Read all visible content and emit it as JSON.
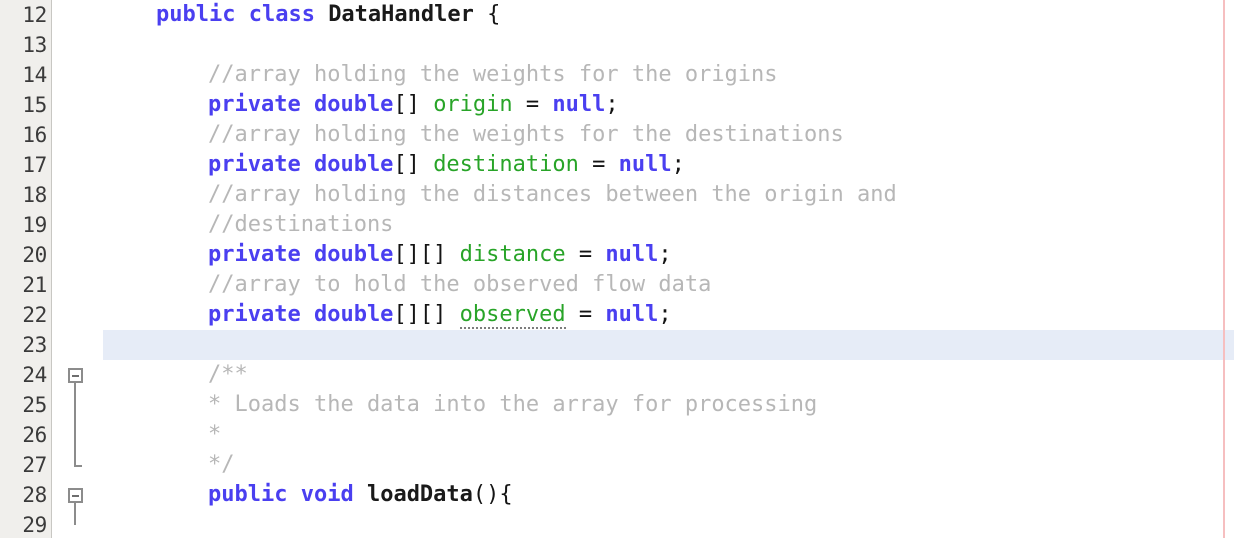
{
  "editor": {
    "name": "java-source-editor",
    "language": "Java",
    "file_symbol": "DataHandler",
    "first_visible_line": 12,
    "last_visible_line": 29,
    "current_line": 23,
    "colors": {
      "background": "#ffffff",
      "gutter_background": "#f0efec",
      "gutter_border": "#c8c7c3",
      "line_number": "#3a3a3a",
      "keyword": "#4a3ff0",
      "identifier_bold": "#1a1a1a",
      "field": "#28a428",
      "comment": "#b7b7b7",
      "plain": "#141414",
      "current_line_highlight": "#e6ecf7",
      "right_margin_guide": "#f6bfc0",
      "fold_marker": "#8c8c8c"
    },
    "right_margin_guide_column": 80
  },
  "gutter": {
    "line_numbers": [
      "12",
      "13",
      "14",
      "15",
      "16",
      "17",
      "18",
      "19",
      "20",
      "21",
      "22",
      "23",
      "24",
      "25",
      "26",
      "27",
      "28",
      "29"
    ]
  },
  "fold_markers": [
    {
      "line": 24,
      "state": "expanded",
      "glyph": "minus-box",
      "has_stem": true,
      "stem_end_line": 27
    },
    {
      "line": 28,
      "state": "expanded",
      "glyph": "minus-box",
      "has_stem": true,
      "stem_end_line": 29
    }
  ],
  "lines": [
    {
      "n": "12",
      "indent": 0,
      "tokens": [
        {
          "t": "public class ",
          "c": "kw"
        },
        {
          "t": "DataHandler",
          "c": "type"
        },
        {
          "t": " {",
          "c": "plain"
        }
      ]
    },
    {
      "n": "13",
      "indent": 0,
      "tokens": []
    },
    {
      "n": "14",
      "indent": 1,
      "tokens": [
        {
          "t": "//array holding the weights for the origins",
          "c": "comment"
        }
      ]
    },
    {
      "n": "15",
      "indent": 1,
      "tokens": [
        {
          "t": "private double",
          "c": "kw"
        },
        {
          "t": "[] ",
          "c": "plain"
        },
        {
          "t": "origin",
          "c": "field"
        },
        {
          "t": " = ",
          "c": "plain"
        },
        {
          "t": "null",
          "c": "kw"
        },
        {
          "t": ";",
          "c": "plain"
        }
      ]
    },
    {
      "n": "16",
      "indent": 1,
      "tokens": [
        {
          "t": "//array holding the weights for the destinations",
          "c": "comment"
        }
      ]
    },
    {
      "n": "17",
      "indent": 1,
      "tokens": [
        {
          "t": "private double",
          "c": "kw"
        },
        {
          "t": "[] ",
          "c": "plain"
        },
        {
          "t": "destination",
          "c": "field"
        },
        {
          "t": " = ",
          "c": "plain"
        },
        {
          "t": "null",
          "c": "kw"
        },
        {
          "t": ";",
          "c": "plain"
        }
      ]
    },
    {
      "n": "18",
      "indent": 1,
      "tokens": [
        {
          "t": "//array holding the distances between the origin and",
          "c": "comment"
        }
      ]
    },
    {
      "n": "19",
      "indent": 1,
      "tokens": [
        {
          "t": "//destinations",
          "c": "comment"
        }
      ]
    },
    {
      "n": "20",
      "indent": 1,
      "tokens": [
        {
          "t": "private double",
          "c": "kw"
        },
        {
          "t": "[][] ",
          "c": "plain"
        },
        {
          "t": "distance",
          "c": "field"
        },
        {
          "t": " = ",
          "c": "plain"
        },
        {
          "t": "null",
          "c": "kw"
        },
        {
          "t": ";",
          "c": "plain"
        }
      ]
    },
    {
      "n": "21",
      "indent": 1,
      "tokens": [
        {
          "t": "//array to hold the observed flow data",
          "c": "comment"
        }
      ]
    },
    {
      "n": "22",
      "indent": 1,
      "tokens": [
        {
          "t": "private double",
          "c": "kw"
        },
        {
          "t": "[][] ",
          "c": "plain"
        },
        {
          "t": "observed",
          "c": "field-u"
        },
        {
          "t": " = ",
          "c": "plain"
        },
        {
          "t": "null",
          "c": "kw"
        },
        {
          "t": ";",
          "c": "plain"
        }
      ]
    },
    {
      "n": "23",
      "indent": 0,
      "tokens": []
    },
    {
      "n": "24",
      "indent": 1,
      "tokens": [
        {
          "t": "/**",
          "c": "comment"
        }
      ]
    },
    {
      "n": "25",
      "indent": 1,
      "tokens": [
        {
          "t": "* Loads the data into the array for processing",
          "c": "comment"
        }
      ]
    },
    {
      "n": "26",
      "indent": 1,
      "tokens": [
        {
          "t": "*",
          "c": "comment"
        }
      ]
    },
    {
      "n": "27",
      "indent": 1,
      "tokens": [
        {
          "t": "*/",
          "c": "comment"
        }
      ]
    },
    {
      "n": "28",
      "indent": 1,
      "tokens": [
        {
          "t": "public void ",
          "c": "kw"
        },
        {
          "t": "loadData",
          "c": "type"
        },
        {
          "t": "(){",
          "c": "plain"
        }
      ]
    },
    {
      "n": "29",
      "indent": 0,
      "tokens": []
    }
  ]
}
